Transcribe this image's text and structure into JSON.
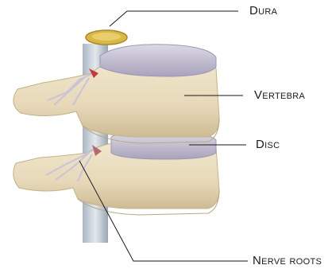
{
  "labels": {
    "dura": "Dura",
    "vertebra": "Vertebra",
    "disc": "Disc",
    "nerve_roots": "Nerve roots"
  },
  "colors": {
    "bone": "#e8dcc0",
    "bone_shadow": "#c9b994",
    "disc": "#c9c5d6",
    "disc_shadow": "#a9a4bd",
    "dura": "#d9b84a",
    "nerve": "#c47d86",
    "leader_line": "#1a1a1a"
  }
}
